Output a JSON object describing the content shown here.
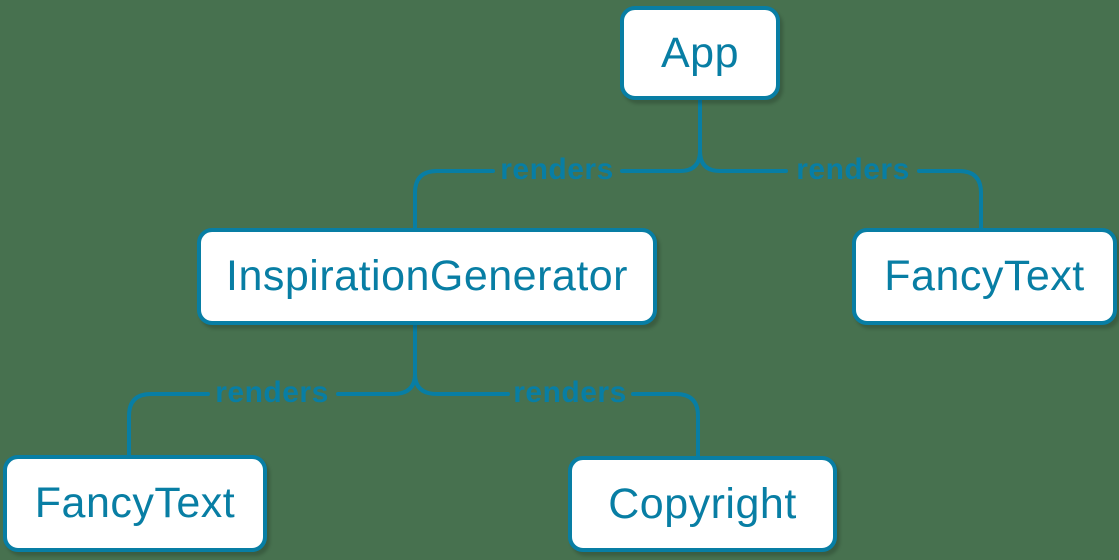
{
  "diagram": {
    "type": "component-render-tree",
    "colors": {
      "background": "#47714F",
      "accent": "#087EA4",
      "node_fill": "#FFFFFF"
    },
    "nodes": [
      {
        "id": "app",
        "label": "App"
      },
      {
        "id": "inspiration-generator",
        "label": "InspirationGenerator"
      },
      {
        "id": "fancy-text-top",
        "label": "FancyText"
      },
      {
        "id": "fancy-text-bottom",
        "label": "FancyText"
      },
      {
        "id": "copyright",
        "label": "Copyright"
      }
    ],
    "edges": [
      {
        "from": "App",
        "to": "InspirationGenerator",
        "label": "renders"
      },
      {
        "from": "App",
        "to": "FancyText",
        "label": "renders"
      },
      {
        "from": "InspirationGenerator",
        "to": "FancyText",
        "label": "renders"
      },
      {
        "from": "InspirationGenerator",
        "to": "Copyright",
        "label": "renders"
      }
    ]
  }
}
